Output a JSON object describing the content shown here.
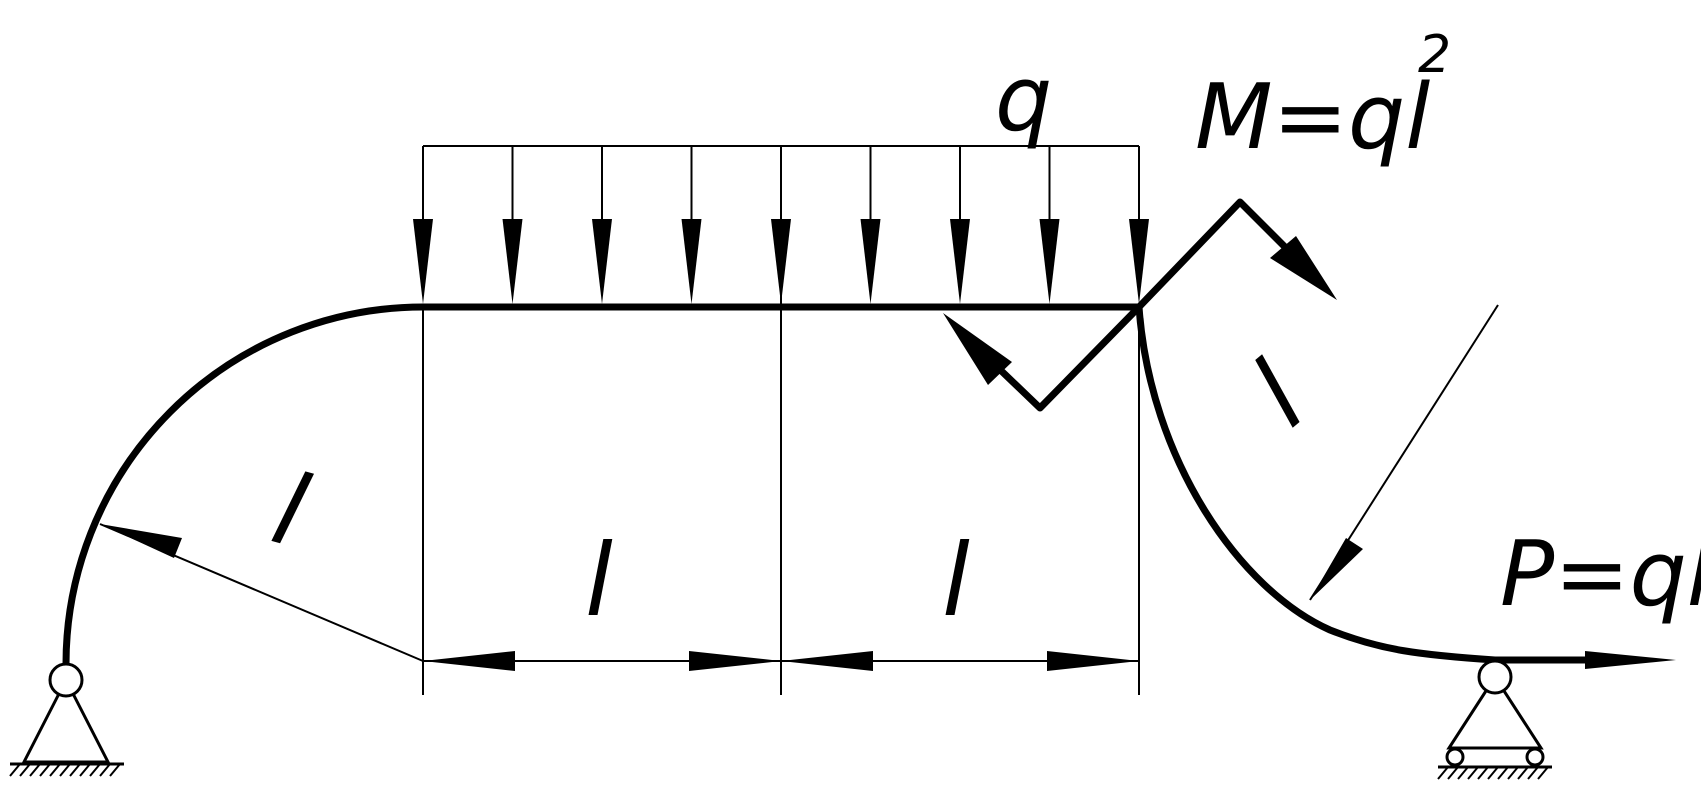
{
  "labels": {
    "load_q": "q",
    "moment": "M=ql",
    "moment_exponent": "2",
    "force": "P=ql",
    "span_left": "l",
    "span_right": "l",
    "radius_left": "l",
    "radius_right": "l"
  },
  "colors": {
    "line": "#000000",
    "background": "#ffffff"
  }
}
